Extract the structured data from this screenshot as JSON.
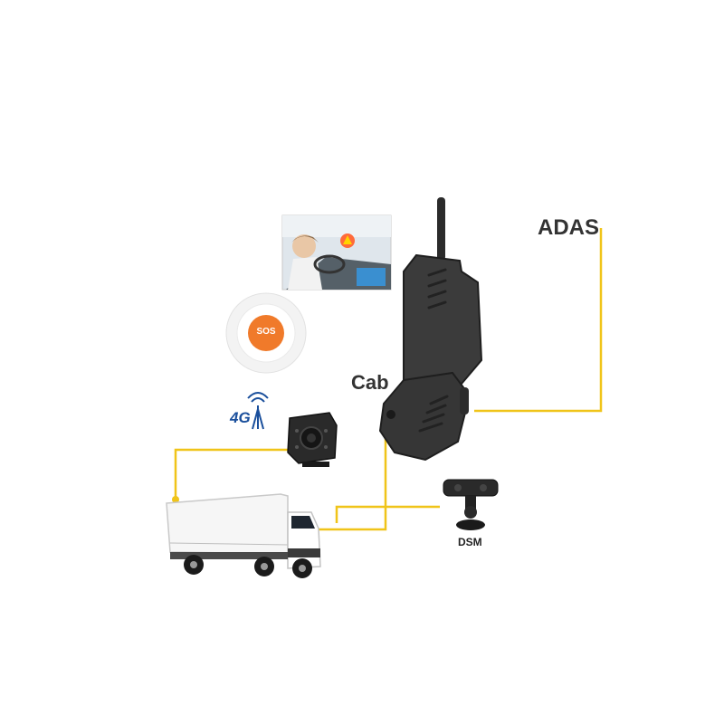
{
  "labels": {
    "adas": "ADAS",
    "cab": "Cab",
    "dsm": "DSM",
    "sos": "SOS",
    "network": "4G"
  },
  "colors": {
    "connector": "#f0c419",
    "device_body": "#3a3a3a",
    "sos_button": "#f07a2a",
    "network_text": "#1a4f9c"
  },
  "icons": [
    "dashcam-device",
    "sos-button-icon",
    "driver-photo",
    "rear-camera-icon",
    "dsm-camera-icon",
    "truck-icon",
    "antenna-icon"
  ]
}
